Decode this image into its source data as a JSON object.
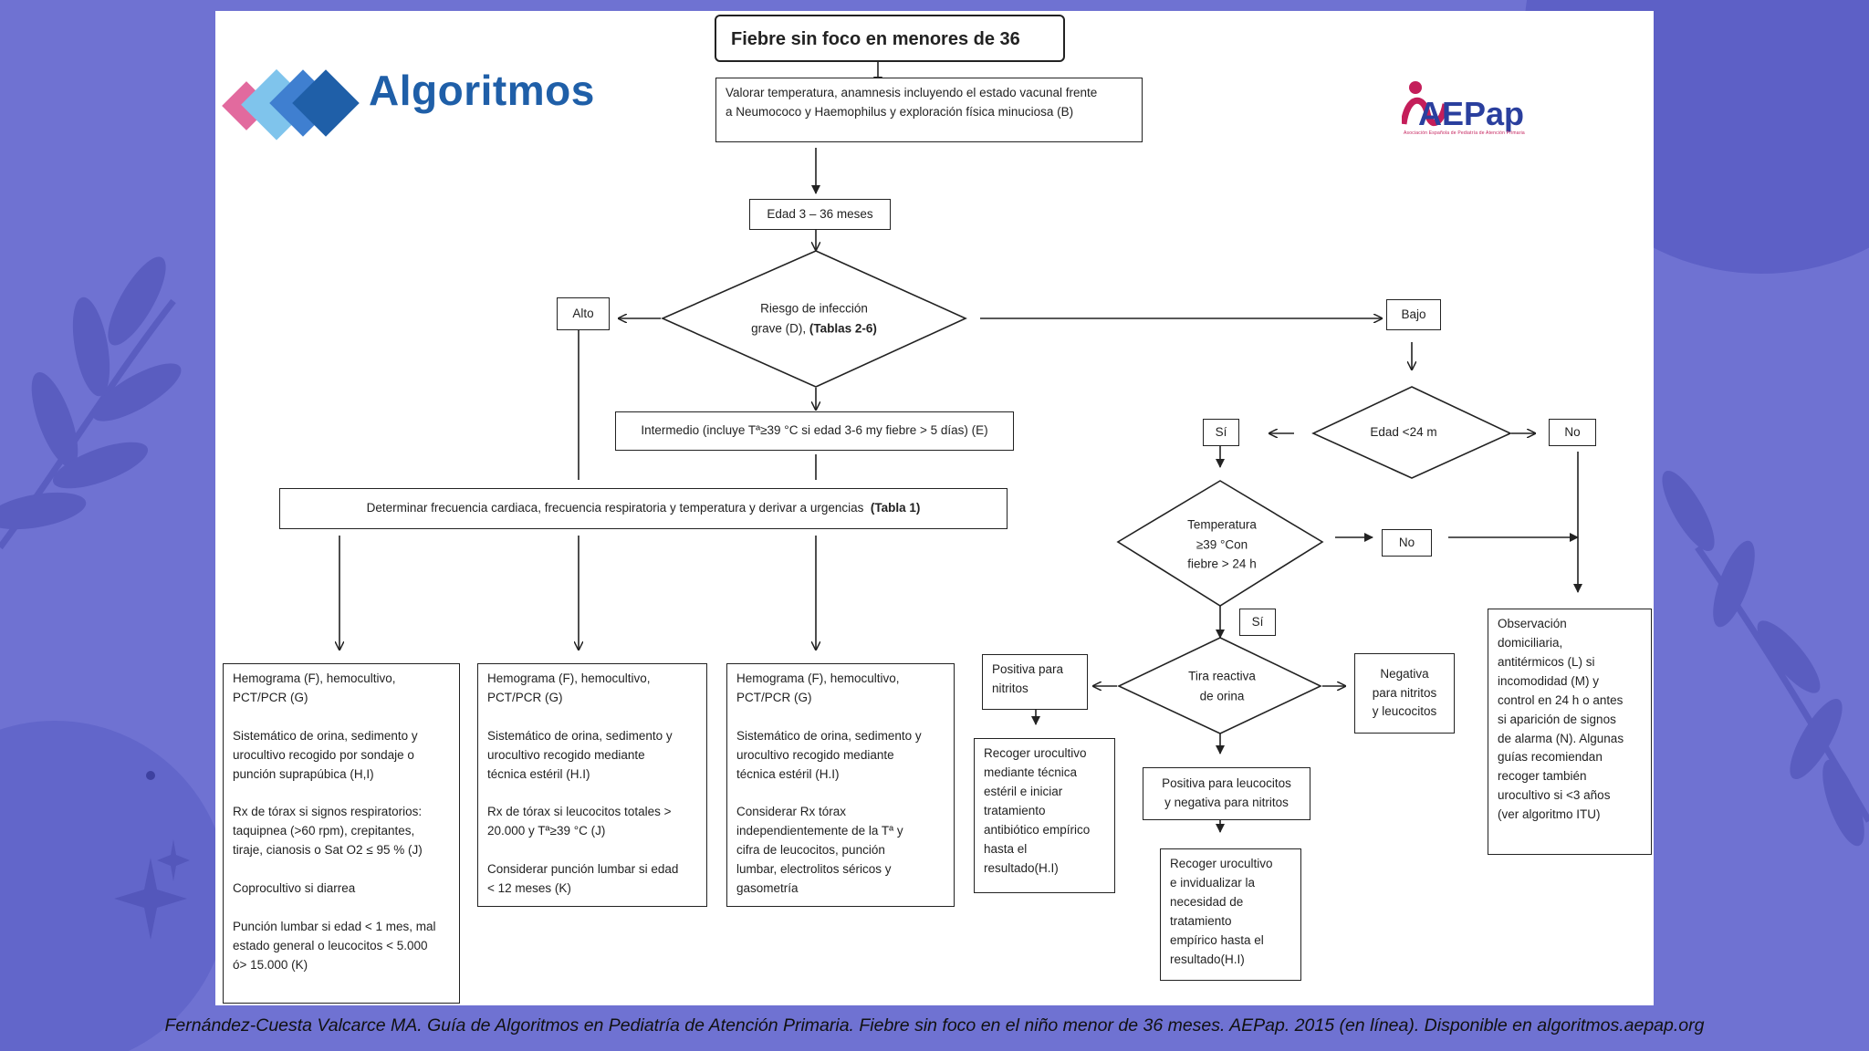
{
  "header": {
    "logo_text": "Algoritmos",
    "aepap_text": "AEPap",
    "aepap_subtitle": "Asociación Española de Pediatría de Atención Primaria",
    "title": "Fiebre sin foco  en menores de 36"
  },
  "nodes": {
    "valorar": "Valorar temperatura, anamnesis incluyendo el estado vacunal frente\na Neumococo y Haemophilus y exploración física minuciosa (B)",
    "edad_3_36": "Edad 3 – 36 meses",
    "riesgo_text": "Riesgo de infección\ngrave (D),",
    "riesgo_tablas": "(Tablas 2-6)",
    "alto": "Alto",
    "bajo": "Bajo",
    "intermedio": "Intermedio (incluye Tª≥39 °C si edad 3-6 my fiebre > 5 días) (E)",
    "determinar": "Determinar frecuencia cardiaca, frecuencia respiratoria y temperatura y derivar a urgencias",
    "determinar_tabla": "(Tabla 1)",
    "col1": "Hemograma (F), hemocultivo,\nPCT/PCR (G)\n\nSistemático de orina, sedimento y\nurocultivo recogido por sondaje o\npunción suprapúbica (H,I)\n\nRx de tórax si signos respiratorios:\ntaquipnea (>60 rpm), crepitantes,\ntiraje, cianosis o Sat O2 ≤ 95 % (J)\n\nCoprocultivo si diarrea\n\nPunción lumbar si edad < 1 mes, mal\nestado general o leucocitos < 5.000\nó> 15.000  (K)",
    "col2": "Hemograma (F), hemocultivo,\nPCT/PCR (G)\n\nSistemático de orina, sedimento y\nurocultivo recogido mediante\ntécnica estéril (H.I)\n\nRx de tórax si leucocitos totales >\n20.000 y Tª≥39 °C (J)\n\nConsiderar punción lumbar si edad\n< 12 meses (K)",
    "col3": "Hemograma (F), hemocultivo,\nPCT/PCR (G)\n\nSistemático de orina, sedimento y\nurocultivo recogido mediante\ntécnica estéril (H.I)\n\nConsiderar Rx tórax\nindependientemente de la Tª y\ncifra de leucocitos, punción\nlumbar, electrolitos séricos y\ngasometría",
    "edad_24m": "Edad <24 m",
    "si_1": "Sí",
    "no_1": "No",
    "temperatura": "Temperatura\n≥39 °Con\nfiebre > 24 h",
    "no_2": "No",
    "si_2": "Sí",
    "tira": "Tira reactiva\nde orina",
    "positiva_nitritos": "Positiva para\nnitritos",
    "negativa": "Negativa\npara nitritos\ny leucocitos",
    "positiva_leucocitos": "Positiva para leucocitos\ny negativa para nitritos",
    "recoger_1": "Recoger urocultivo\nmediante técnica\nestéril e iniciar\ntratamiento\nantibiótico empírico\nhasta el\nresultado(H.I)",
    "recoger_2": "Recoger urocultivo\ne invidualizar la\nnecesidad de\ntratamiento\nempírico hasta el\nresultado(H.I)",
    "observacion": "Observación\ndomiciliaria,\nantitérmicos (L) si\nincomodidad (M) y\ncontrol en 24 h o antes\nsi aparición de signos\nde alarma (N). Algunas\nguías recomiendan\nrecoger también\nurocultivo si <3 años\n(ver algoritmo ITU)"
  },
  "citation": "Fernández-Cuesta Valcarce MA. Guía de Algoritmos en Pediatría de Atención Primaria. Fiebre sin foco en el niño menor de 36 meses. AEPap. 2015 (en línea). Disponible en algoritmos.aepap.org",
  "colors": {
    "background": "#6f72d2",
    "leaf": "#5a5dc0",
    "logo_blue": "#1f5fa8",
    "logo_pink": "#e26a9e",
    "logo_light": "#7fc4ec",
    "aepap_blue": "#2a3f9e",
    "aepap_pink": "#c41e5a"
  }
}
